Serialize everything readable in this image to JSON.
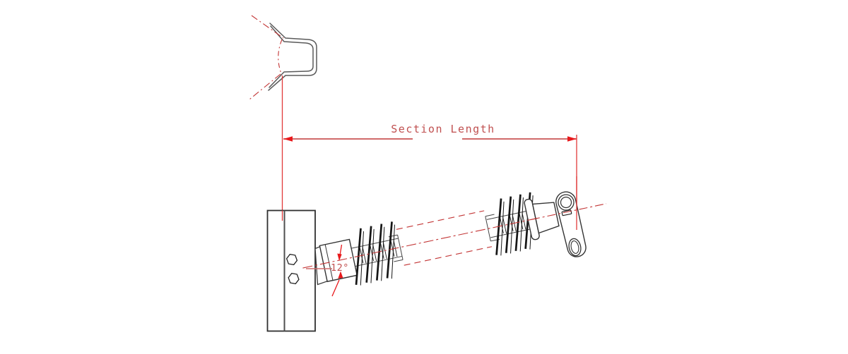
{
  "drawing": {
    "type": "CAD elevation / section view",
    "background": "#ffffff",
    "components": {
      "pole_band": "pole-band-clamp-cross-section",
      "pole": "pole-face-rectangle",
      "bolts": "two-hex-bolts",
      "insulator": "polymer-insulator-assembly-inclined",
      "sheds_left_count": 4,
      "sheds_right_count": 4,
      "phantom_middle": "variable-length-section-red-dashed",
      "end_fitting": "clevis-tongue-with-round-hole-and-slot"
    }
  },
  "dimensions": {
    "section_length": {
      "label": "Section Length"
    },
    "angle": {
      "label": "12°"
    }
  },
  "colors": {
    "geometry_dark": "#2f2f2f",
    "geometry_gray": "#5a5a5a",
    "shed_black": "#161616",
    "dim_line_red": "#d06a6a",
    "arrow_red": "#e8191c",
    "centerline_red": "#c33636",
    "solid_line_red": "#e23a3a",
    "text_red": "#c05050"
  }
}
